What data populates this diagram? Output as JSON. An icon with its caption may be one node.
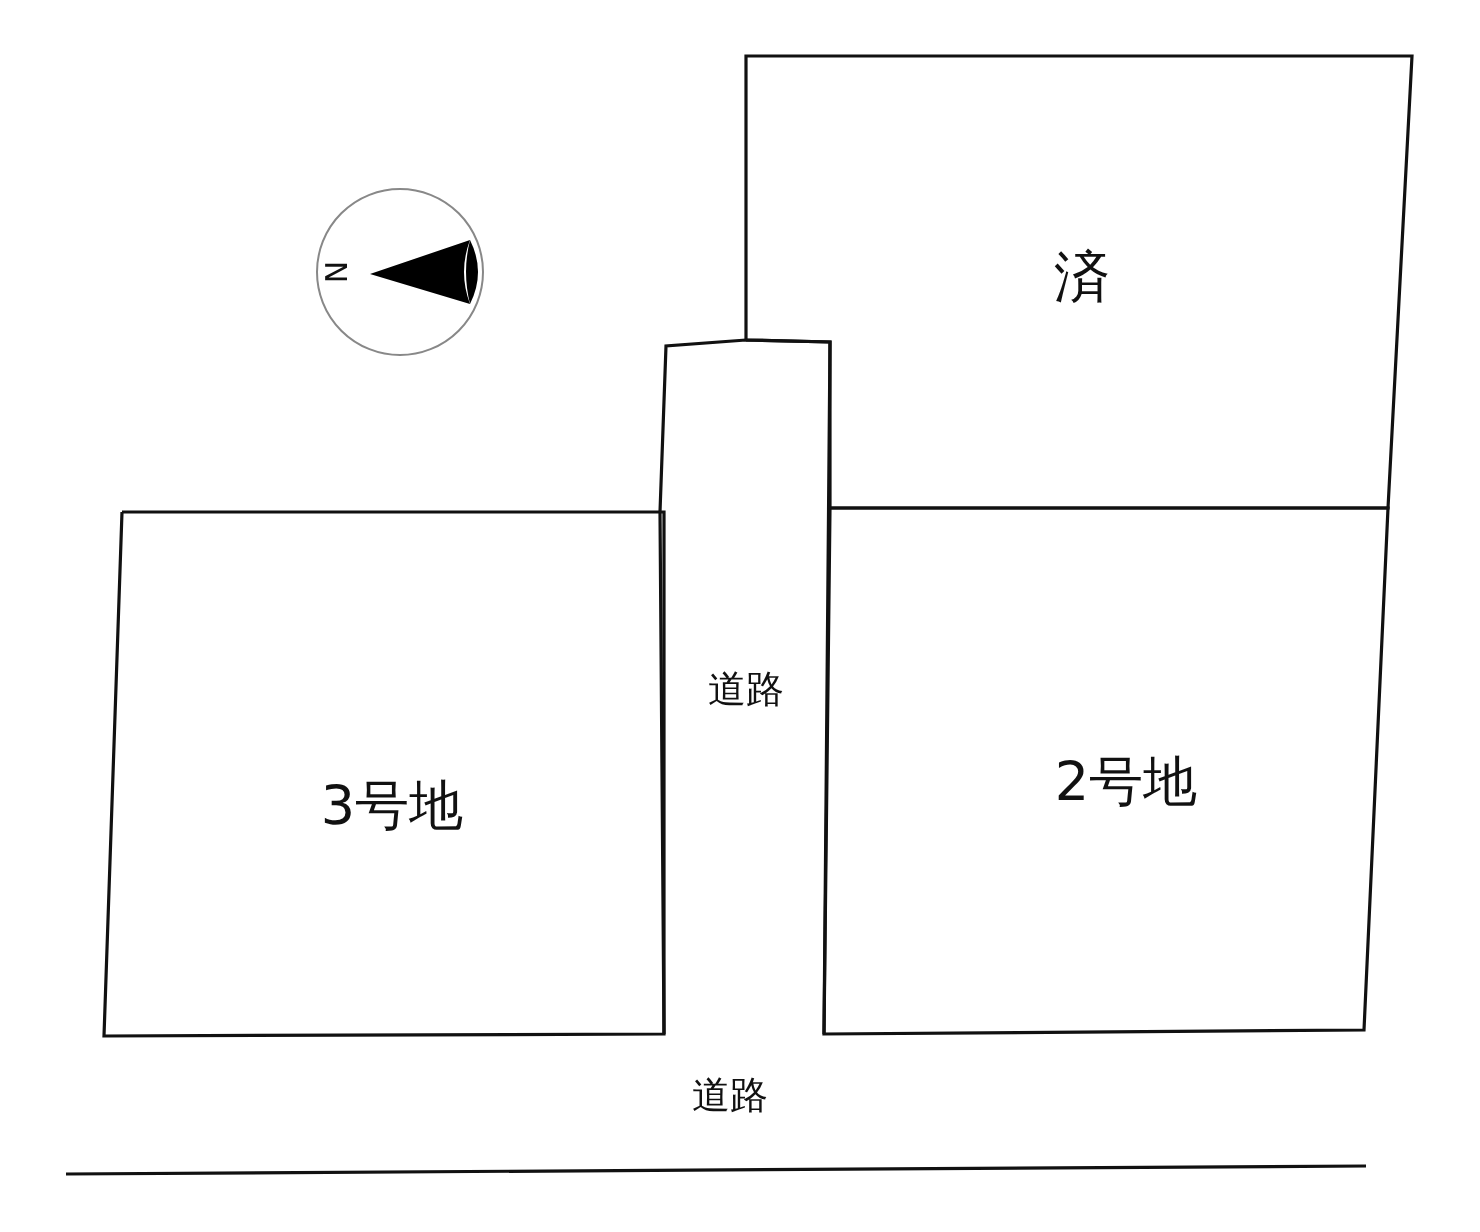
{
  "diagram": {
    "nodes": [
      {
        "text": [
          "済"
        ]
      },
      {
        "text": [
          "道路"
        ]
      },
      {
        "text": [
          "3号地"
        ]
      },
      {
        "text": [
          "2号地"
        ]
      }
    ],
    "labels": [
      "N",
      "道路"
    ]
  }
}
